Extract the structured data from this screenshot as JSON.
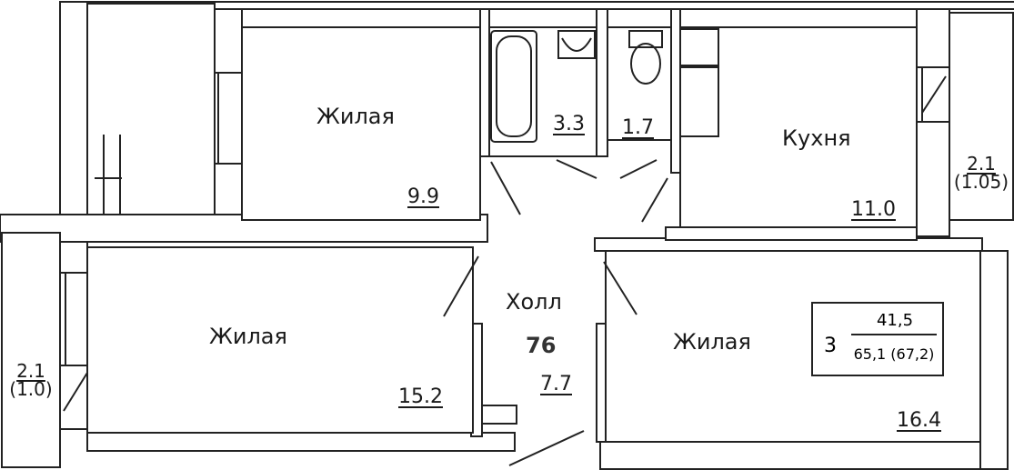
{
  "rooms": {
    "bedroom_top": {
      "name": "Жилая",
      "area": "9.9"
    },
    "bathroom": {
      "area": "3.3"
    },
    "toilet": {
      "area": "1.7"
    },
    "kitchen": {
      "name": "Кухня",
      "area": "11.0"
    },
    "bedroom_left": {
      "name": "Жилая",
      "area": "15.2"
    },
    "hall": {
      "name": "Холл",
      "number": "76",
      "area": "7.7"
    },
    "bedroom_right": {
      "name": "Жилая",
      "area": "16.4"
    }
  },
  "balconies": {
    "left": {
      "area": "2.1",
      "reduced": "(1.0)"
    },
    "right": {
      "area": "2.1",
      "reduced": "(1.05)"
    }
  },
  "apartment": {
    "rooms": "3",
    "living_area": "41,5",
    "total_area": "65,1 (67,2)"
  },
  "colors": {
    "wall": "#ffffff",
    "wall_stroke": "#222222",
    "text": "#1a1a1a"
  }
}
